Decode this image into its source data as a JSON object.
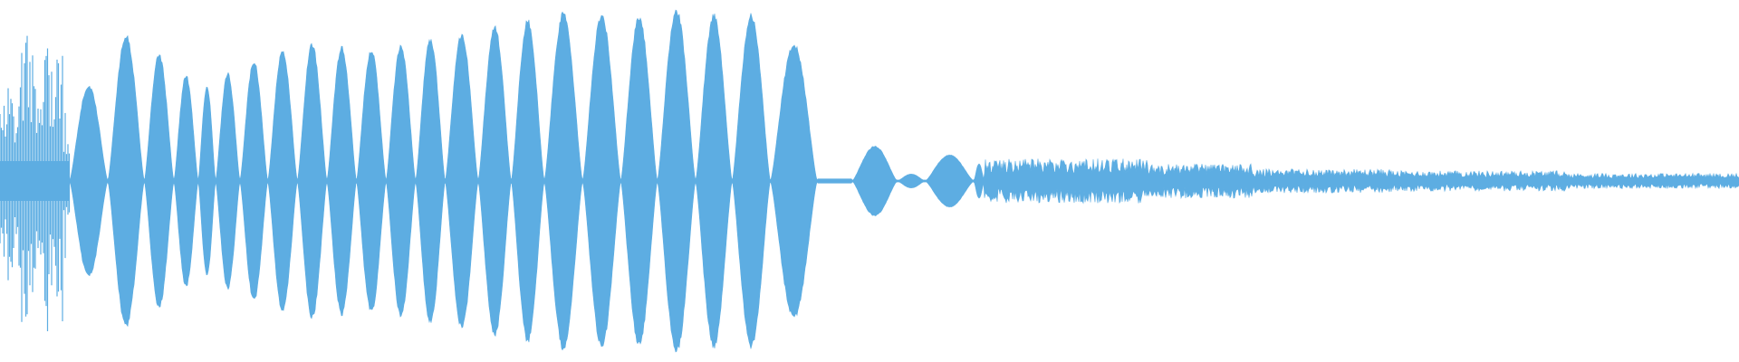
{
  "waveform": {
    "color": "#5DADE2",
    "background": "#FFFFFF",
    "duration_fraction_visible": 1.0,
    "lobes": [
      {
        "from": 0.04,
        "to": 0.062,
        "peak": 0.55
      },
      {
        "from": 0.062,
        "to": 0.083,
        "peak": 0.84
      },
      {
        "from": 0.083,
        "to": 0.1,
        "peak": 0.73
      },
      {
        "from": 0.1,
        "to": 0.114,
        "peak": 0.61
      },
      {
        "from": 0.114,
        "to": 0.124,
        "peak": 0.55
      },
      {
        "from": 0.124,
        "to": 0.138,
        "peak": 0.62
      },
      {
        "from": 0.138,
        "to": 0.154,
        "peak": 0.69
      },
      {
        "from": 0.154,
        "to": 0.171,
        "peak": 0.75
      },
      {
        "from": 0.171,
        "to": 0.188,
        "peak": 0.79
      },
      {
        "from": 0.188,
        "to": 0.205,
        "peak": 0.77
      },
      {
        "from": 0.205,
        "to": 0.222,
        "peak": 0.76
      },
      {
        "from": 0.222,
        "to": 0.239,
        "peak": 0.78
      },
      {
        "from": 0.239,
        "to": 0.256,
        "peak": 0.82
      },
      {
        "from": 0.256,
        "to": 0.275,
        "peak": 0.85
      },
      {
        "from": 0.275,
        "to": 0.294,
        "peak": 0.89
      },
      {
        "from": 0.294,
        "to": 0.313,
        "peak": 0.93
      },
      {
        "from": 0.313,
        "to": 0.335,
        "peak": 0.97
      },
      {
        "from": 0.335,
        "to": 0.357,
        "peak": 0.96
      },
      {
        "from": 0.357,
        "to": 0.378,
        "peak": 0.95
      },
      {
        "from": 0.378,
        "to": 0.4,
        "peak": 0.99
      },
      {
        "from": 0.4,
        "to": 0.421,
        "peak": 0.96
      },
      {
        "from": 0.421,
        "to": 0.443,
        "peak": 0.96
      },
      {
        "from": 0.443,
        "to": 0.47,
        "peak": 0.79
      },
      {
        "from": 0.49,
        "to": 0.516,
        "peak": 0.2
      },
      {
        "from": 0.516,
        "to": 0.532,
        "peak": 0.04
      },
      {
        "from": 0.532,
        "to": 0.56,
        "peak": 0.15
      },
      {
        "from": 0.56,
        "to": 0.566,
        "peak": 0.1
      }
    ],
    "noise_segments": [
      {
        "from": 0.566,
        "to": 0.66,
        "level": 0.13
      },
      {
        "from": 0.66,
        "to": 0.72,
        "level": 0.1
      },
      {
        "from": 0.72,
        "to": 0.8,
        "level": 0.07
      },
      {
        "from": 0.8,
        "to": 0.9,
        "level": 0.06
      },
      {
        "from": 0.9,
        "to": 1.0,
        "level": 0.045
      }
    ],
    "transient": {
      "from": 0.0,
      "to": 0.04,
      "levels": [
        0.45,
        0.8,
        0.6,
        0.95,
        0.75,
        0.55,
        0.9,
        0.7,
        0.85,
        0.4
      ]
    }
  }
}
